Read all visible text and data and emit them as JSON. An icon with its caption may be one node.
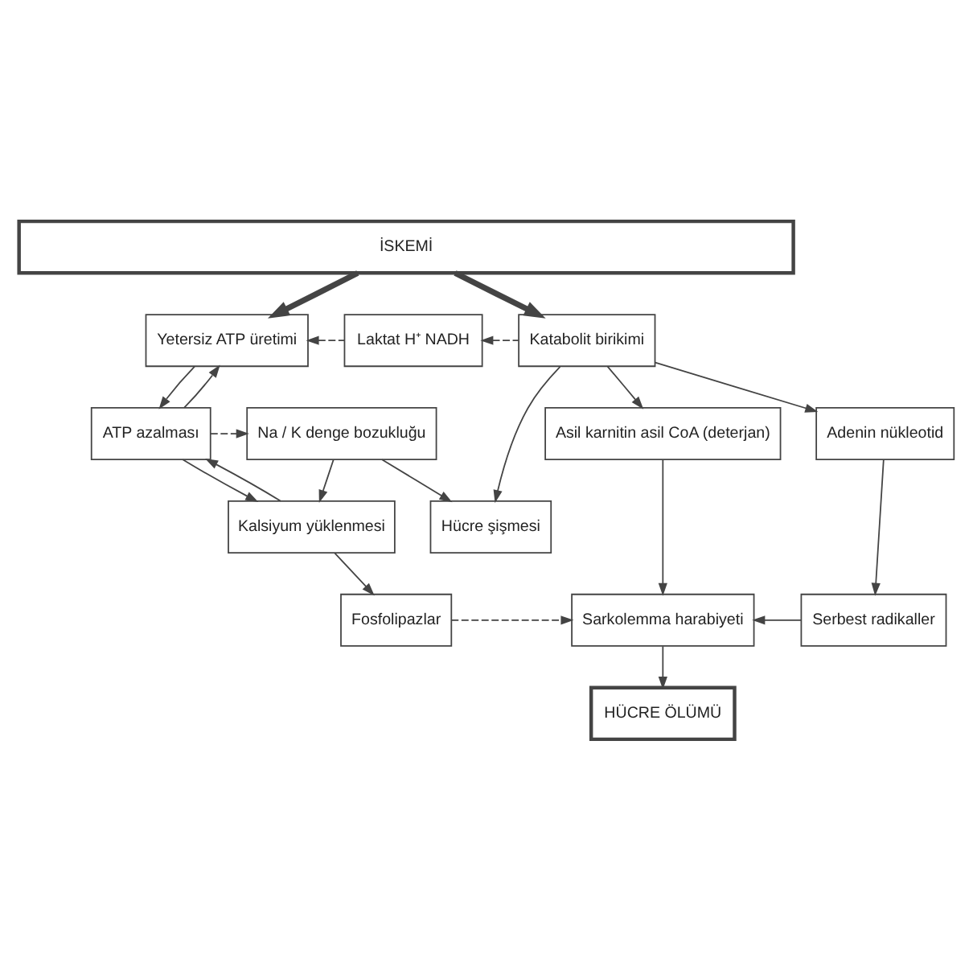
{
  "diagram": {
    "nodes": [
      {
        "text": [
          "İSKEMİ"
        ]
      },
      {
        "text": [
          "Yetersiz ATP üretimi"
        ]
      },
      {
        "text": [
          "Laktat H⁺ NADH"
        ]
      },
      {
        "text": [
          "Katabolit birikimi"
        ]
      },
      {
        "text": [
          "ATP azalması"
        ]
      },
      {
        "text": [
          "Na / K denge bozukluğu"
        ]
      },
      {
        "text": [
          "Asil karnitin asil CoA (deterjan)"
        ]
      },
      {
        "text": [
          "Adenin nükleotid"
        ]
      },
      {
        "text": [
          "Kalsiyum yüklenmesi"
        ]
      },
      {
        "text": [
          "Hücre şişmesi"
        ]
      },
      {
        "text": [
          "Fosfolipazlar"
        ]
      },
      {
        "text": [
          "Sarkolemma harabiyeti"
        ]
      },
      {
        "text": [
          "Serbest radikaller"
        ]
      },
      {
        "text": [
          "HÜCRE ÖLÜMÜ"
        ]
      }
    ],
    "edges": [
      {
        "from": 0,
        "to": 1,
        "arrow": "to",
        "style": "thick"
      },
      {
        "from": 0,
        "to": 3,
        "arrow": "to",
        "style": "thick"
      },
      {
        "from": 3,
        "to": 2,
        "arrow": "to",
        "style": "dashed"
      },
      {
        "from": 2,
        "to": 1,
        "arrow": "to",
        "style": "dashed"
      },
      {
        "from": 1,
        "to": 4,
        "arrow": "to"
      },
      {
        "from": 4,
        "to": 1,
        "arrow": "to"
      },
      {
        "from": 4,
        "to": 5,
        "arrow": "to",
        "style": "dashed"
      },
      {
        "from": 4,
        "to": 8,
        "arrow": "to"
      },
      {
        "from": 8,
        "to": 4,
        "arrow": "to"
      },
      {
        "from": 5,
        "to": 8,
        "arrow": "to"
      },
      {
        "from": 5,
        "to": 9,
        "arrow": "to"
      },
      {
        "from": 3,
        "to": 9,
        "arrow": "to"
      },
      {
        "from": 3,
        "to": 6,
        "arrow": "to"
      },
      {
        "from": 3,
        "to": 7,
        "arrow": "to"
      },
      {
        "from": 6,
        "to": 11,
        "arrow": "to"
      },
      {
        "from": 7,
        "to": 12,
        "arrow": "to"
      },
      {
        "from": 8,
        "to": 10,
        "arrow": "to"
      },
      {
        "from": 10,
        "to": 11,
        "arrow": "to",
        "style": "dashed"
      },
      {
        "from": 12,
        "to": 11,
        "arrow": "to"
      },
      {
        "from": 11,
        "to": 13,
        "arrow": "to"
      }
    ]
  }
}
